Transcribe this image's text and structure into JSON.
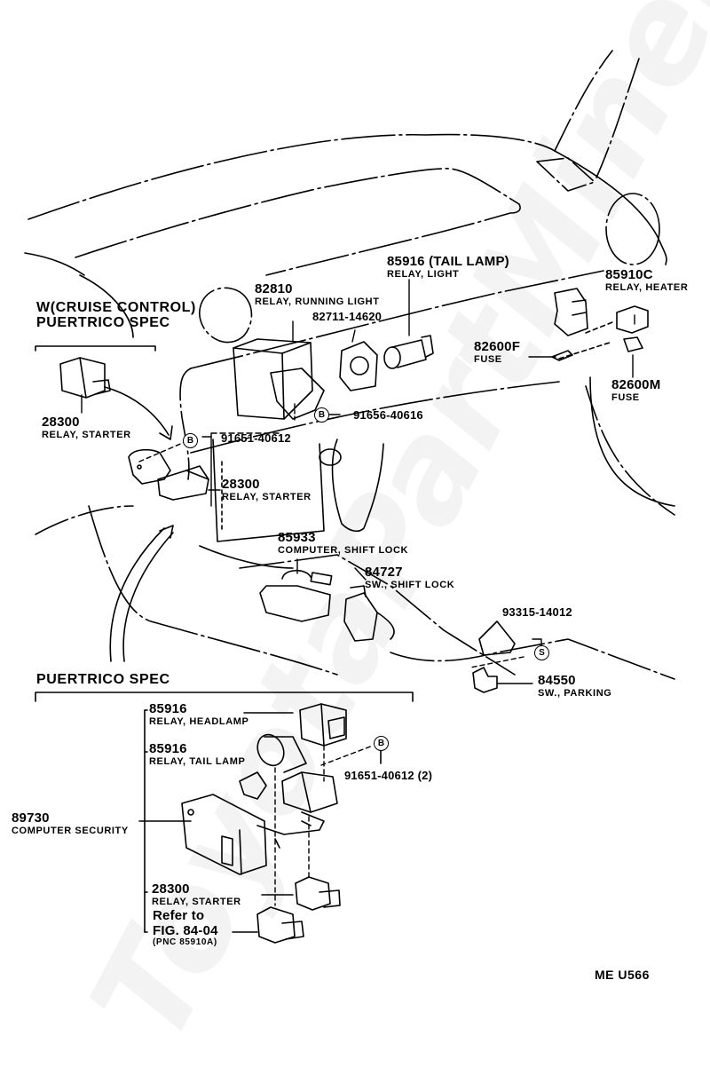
{
  "watermark": "ToyotaPartMiner.ru",
  "figure_code": "ME U566",
  "headings": {
    "cruise": [
      "W(CRUISE CONTROL)",
      "PUERTRICO SPEC"
    ],
    "puertrico": "PUERTRICO SPEC"
  },
  "callout_symbols": {
    "bolt": "B",
    "screw": "S"
  },
  "parts": [
    {
      "id": "82810",
      "number": "82810",
      "desc": "RELAY, RUNNING LIGHT"
    },
    {
      "id": "82711-14620",
      "number": "82711-14620",
      "desc": ""
    },
    {
      "id": "85916-tail",
      "number": "85916 (TAIL  LAMP)",
      "desc": "RELAY, LIGHT"
    },
    {
      "id": "85910C",
      "number": "85910C",
      "desc": "RELAY, HEATER"
    },
    {
      "id": "82600F",
      "number": "82600F",
      "desc": "FUSE"
    },
    {
      "id": "82600M",
      "number": "82600M",
      "desc": "FUSE"
    },
    {
      "id": "28300-cruise",
      "number": "28300",
      "desc": "RELAY, STARTER"
    },
    {
      "id": "91651-40612",
      "number": "91651-40612",
      "desc": ""
    },
    {
      "id": "91656-40616",
      "number": "91656-40616",
      "desc": ""
    },
    {
      "id": "28300-main",
      "number": "28300",
      "desc": "RELAY, STARTER"
    },
    {
      "id": "85933",
      "number": "85933",
      "desc": "COMPUTER, SHIFT LOCK"
    },
    {
      "id": "84727",
      "number": "84727",
      "desc": "SW., SHIFT LOCK"
    },
    {
      "id": "93315-14012",
      "number": "93315-14012",
      "desc": ""
    },
    {
      "id": "84550",
      "number": "84550",
      "desc": "SW., PARKING"
    },
    {
      "id": "85916-headlamp",
      "number": "85916",
      "desc": "RELAY, HEADLAMP"
    },
    {
      "id": "85916-taillamp",
      "number": "85916",
      "desc": "RELAY, TAIL LAMP"
    },
    {
      "id": "91651-40612-2",
      "number": "91651-40612 (2)",
      "desc": ""
    },
    {
      "id": "89730",
      "number": "89730",
      "desc": "COMPUTER SECURITY"
    },
    {
      "id": "28300-pr",
      "number": "28300",
      "desc": "RELAY, STARTER"
    },
    {
      "id": "refer",
      "number": "Refer to",
      "desc": "FIG. 84-04",
      "note": "(PNC 85910A)"
    }
  ]
}
